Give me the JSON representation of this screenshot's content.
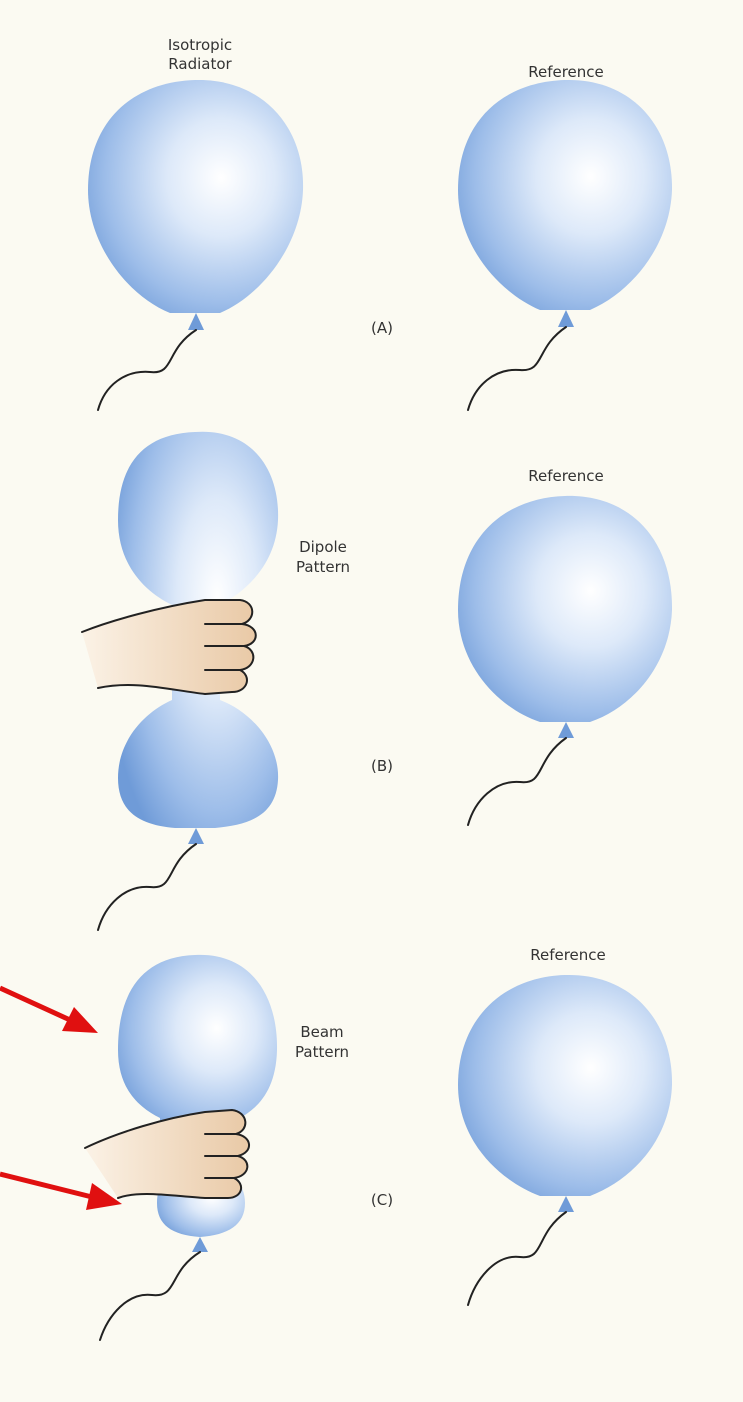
{
  "panels": [
    {
      "id": "A",
      "caption": "(A)",
      "left_label": [
        "Isotropic",
        "Radiator"
      ],
      "right_label": "Reference"
    },
    {
      "id": "B",
      "caption": "(B)",
      "left_label": [
        "Dipole",
        "Pattern"
      ],
      "right_label": "Reference"
    },
    {
      "id": "C",
      "caption": "(C)",
      "left_label": [
        "Beam",
        "Pattern"
      ],
      "right_label": "Reference"
    }
  ],
  "colors": {
    "background": "#fbfaf2",
    "balloon_edge": "#6f9bd8",
    "balloon_highlight": "#ffffff",
    "hand": "#f2d6b8",
    "arrow": "#e01010"
  },
  "annotations": {
    "arrows": 2
  }
}
